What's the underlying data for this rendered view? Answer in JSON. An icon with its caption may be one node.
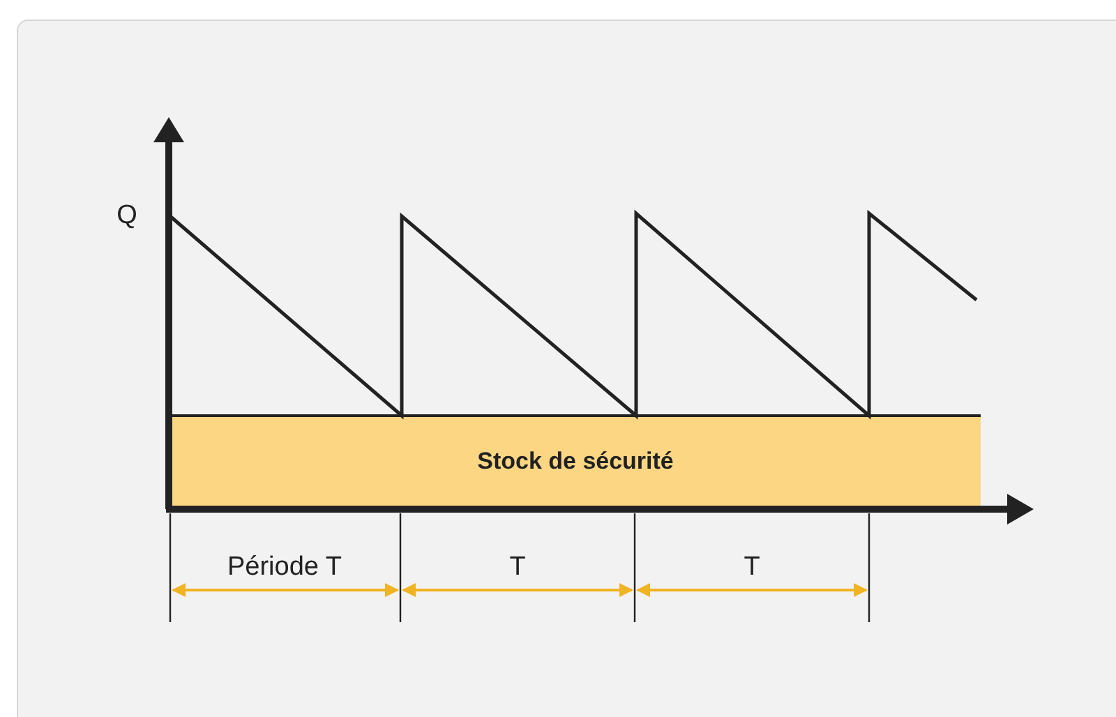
{
  "diagram": {
    "nodes": [
      {
        "text": [
          "Stock de sécurité"
        ]
      }
    ],
    "labels": [
      "Q",
      "Période T",
      "T",
      "T"
    ]
  }
}
